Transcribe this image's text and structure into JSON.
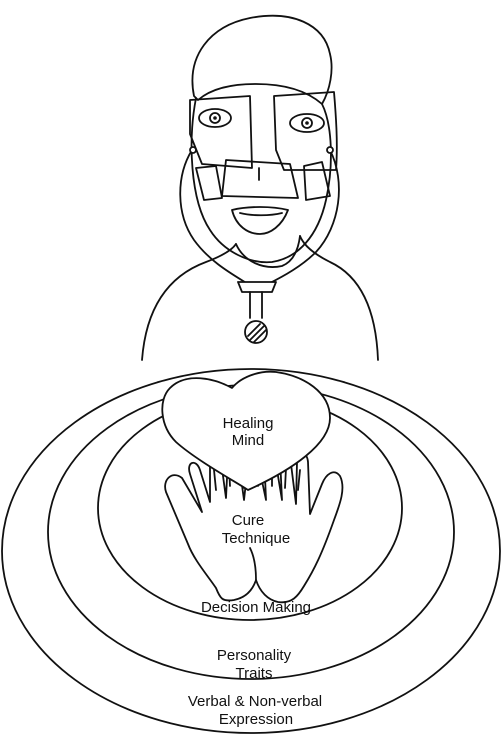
{
  "diagram": {
    "heart": {
      "line1": "Healing",
      "line2": "Mind"
    },
    "hands": {
      "line1": "Cure",
      "line2": "Technique"
    },
    "circle_decision": {
      "label": "Decision Making"
    },
    "circle_personality": {
      "line1": "Personality",
      "line2": "Traits"
    },
    "circle_expression": {
      "line1": "Verbal & Non-verbal",
      "line2": "Expression"
    }
  },
  "colors": {
    "ink": "#111111",
    "background": "#ffffff"
  }
}
